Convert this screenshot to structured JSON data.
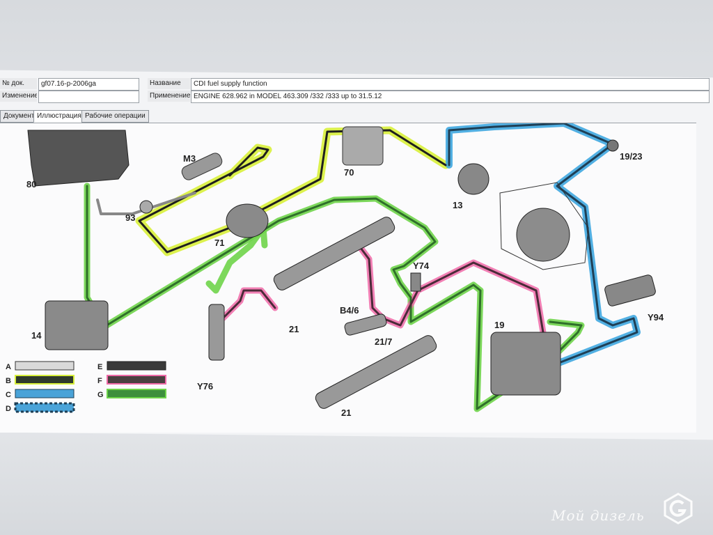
{
  "info": {
    "doc_label": "№ док.",
    "doc_value": "gf07.16-p-2006ga",
    "change_label": "Изменение",
    "change_value": "",
    "name_label": "Название",
    "name_value": "CDI fuel supply function",
    "apply_label": "Применение",
    "apply_value": "ENGINE 628.962 in MODEL 463.309 /332 /333 up to 31.5.12"
  },
  "tabs": [
    {
      "label": "Документ"
    },
    {
      "label": "Иллюстрация"
    },
    {
      "label": "Рабочие операции"
    }
  ],
  "labels": {
    "l80": "80",
    "m3": "M3",
    "l70": "70",
    "l13": "13",
    "l1923": "19/23",
    "l93": "93",
    "l71": "71",
    "y74": "Y74",
    "b46": "B4/6",
    "l21a": "21",
    "l217": "21/7",
    "l14": "14",
    "l19": "19",
    "y94": "Y94",
    "y76": "Y76",
    "l21b": "21"
  },
  "legend": [
    {
      "letter": "A",
      "color": "#d9d9d9"
    },
    {
      "letter": "B",
      "color": "#2f3a2c"
    },
    {
      "letter": "C",
      "color": "#4aa3d8"
    },
    {
      "letter": "D",
      "color": "#4aa3d8"
    },
    {
      "letter": "E",
      "color": "#3a3a3a"
    },
    {
      "letter": "F",
      "color": "#4a4040"
    },
    {
      "letter": "G",
      "color": "#3d8f3d"
    }
  ],
  "colors": {
    "highlight_yellow": "#d8f03a",
    "highlight_green": "#6fd44a",
    "highlight_blue": "#3fa7e0",
    "highlight_pink": "#f06aa8",
    "line_dark": "#2b2b2b"
  },
  "watermark": "Мой дизель"
}
